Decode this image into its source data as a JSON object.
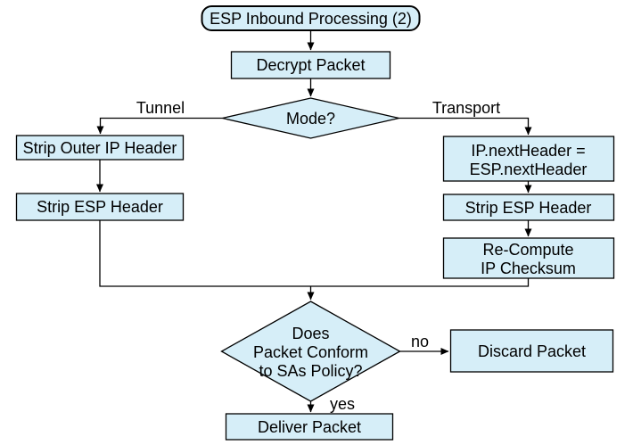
{
  "diagram": {
    "colors": {
      "background": "#FFFFFF",
      "node_fill": "#D6EEF8",
      "node_border": "#000000",
      "connector": "#000000",
      "text": "#000000"
    },
    "nodes": {
      "start": {
        "label": "ESP Inbound Processing (2)"
      },
      "decrypt": {
        "label": "Decrypt Packet"
      },
      "mode_decision": {
        "label": "Mode?"
      },
      "strip_outer_ip": {
        "label": "Strip Outer IP Header"
      },
      "strip_esp_tunnel": {
        "label": "Strip ESP Header"
      },
      "ip_next_header": {
        "lines": [
          "IP.nextHeader =",
          "ESP.nextHeader"
        ]
      },
      "strip_esp_transport": {
        "label": "Strip ESP Header"
      },
      "recompute_checksum": {
        "lines": [
          "Re-Compute",
          "IP Checksum"
        ]
      },
      "policy_decision": {
        "lines": [
          "Does",
          "Packet Conform",
          "to SAs Policy?"
        ]
      },
      "discard": {
        "label": "Discard Packet"
      },
      "deliver": {
        "label": "Deliver Packet"
      }
    },
    "edge_labels": {
      "tunnel": "Tunnel",
      "transport": "Transport",
      "no": "no",
      "yes": "yes"
    }
  }
}
